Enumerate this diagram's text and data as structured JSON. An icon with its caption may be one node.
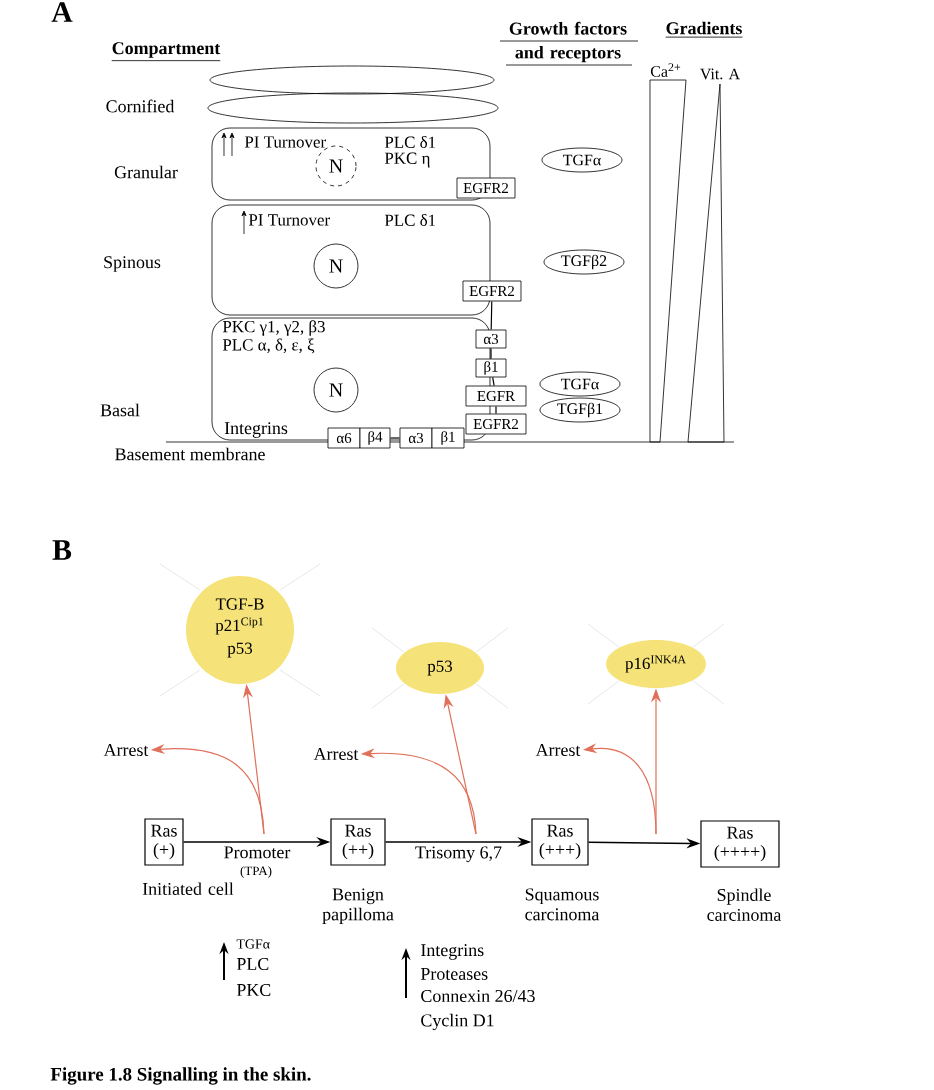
{
  "diagram": {
    "caption": "Figure 1.8  Signalling in the skin.",
    "nodes": [
      {
        "text": [
          "PI Turnover",
          "PLC δ1",
          "PKC η"
        ]
      },
      {
        "text": [
          "N"
        ],
        "in": 0
      },
      {
        "text": [
          "EGFR2"
        ]
      },
      {
        "text": [
          "PI Turnover",
          "PLC δ1"
        ]
      },
      {
        "text": [
          "N"
        ],
        "in": 3
      },
      {
        "text": [
          "EGFR2"
        ]
      },
      {
        "text": [
          "PKC γ1, γ2, β3",
          "PLC α, δ, ε, ξ"
        ]
      },
      {
        "text": [
          "N"
        ],
        "in": 6
      },
      {
        "text": [
          "α3"
        ]
      },
      {
        "text": [
          "β1"
        ]
      },
      {
        "text": [
          "EGFR"
        ]
      },
      {
        "text": [
          "EGFR2"
        ]
      },
      {
        "text": [
          "α6"
        ]
      },
      {
        "text": [
          "β4"
        ]
      },
      {
        "text": [
          "α3"
        ]
      },
      {
        "text": [
          "β1"
        ]
      },
      {
        "text": [
          "TGFα"
        ]
      },
      {
        "text": [
          "TGFβ2"
        ]
      },
      {
        "text": [
          "TGFα"
        ]
      },
      {
        "text": [
          "TGFβ1"
        ]
      },
      {
        "text": [
          "TGF-B",
          "p21$^{Cip1}$",
          "p53"
        ]
      },
      {
        "text": [
          "p53"
        ]
      },
      {
        "text": [
          "p16$^{INK4A}$"
        ]
      },
      {
        "text": [
          "Arrest"
        ]
      },
      {
        "text": [
          "Arrest"
        ]
      },
      {
        "text": [
          "Arrest"
        ]
      },
      {
        "text": [
          "Ras",
          "(+)"
        ],
        "beside": [
          "Initiated cell"
        ]
      },
      {
        "text": [
          "Ras",
          "(++)"
        ],
        "beside": [
          "Benign papilloma"
        ]
      },
      {
        "text": [
          "Ras",
          "(+++)"
        ],
        "beside": [
          "Squamous carcinoma"
        ]
      },
      {
        "text": [
          "Ras",
          "(++++)"
        ],
        "beside": [
          "Spindle carcinoma"
        ]
      }
    ],
    "edges": [
      {
        "from": 5,
        "to": 8,
        "arrow": "none"
      },
      {
        "from": 8,
        "to": 9,
        "arrow": "none"
      },
      {
        "from": 9,
        "to": 10,
        "arrow": "none"
      },
      {
        "from": 10,
        "to": 11,
        "arrow": "none"
      },
      {
        "from": 13,
        "to": 14,
        "arrow": "none"
      },
      {
        "from": 26,
        "to": 27,
        "arrow": "to",
        "label": "Promoter"
      },
      {
        "from": 27,
        "to": 28,
        "arrow": "to",
        "label": "Trisomy 6,7"
      },
      {
        "from": 28,
        "to": 29,
        "arrow": "to"
      },
      {
        "from": null,
        "to": 20,
        "arrow": "to",
        "color": "#e0705a"
      },
      {
        "from": null,
        "to": 23,
        "arrow": "to",
        "color": "#e0705a"
      },
      {
        "from": null,
        "to": 21,
        "arrow": "to",
        "color": "#e0705a"
      },
      {
        "from": null,
        "to": 24,
        "arrow": "to",
        "color": "#e0705a"
      },
      {
        "from": null,
        "to": 22,
        "arrow": "to",
        "color": "#e0705a"
      },
      {
        "from": null,
        "to": 25,
        "arrow": "to",
        "color": "#e0705a"
      }
    ],
    "labels": [
      "A",
      "Compartment",
      "Growth factors and receptors",
      "Gradients",
      "Ca$^{2+}$",
      "Vit. A",
      "Cornified",
      "Granular",
      "Spinous",
      "Basal",
      "Integrins",
      "Basement membrane",
      "B",
      "(TPA)",
      "TGFα",
      "PLC",
      "PKC",
      "Integrins",
      "Proteases",
      "Connexin 26/43",
      "Cyclin D1"
    ]
  }
}
